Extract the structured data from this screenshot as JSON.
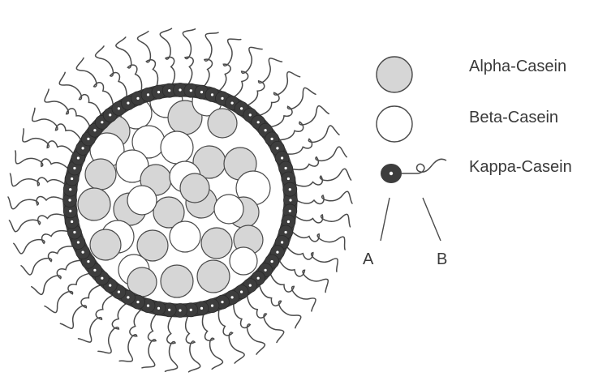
{
  "legend": {
    "alpha_label": "Alpha-Casein",
    "beta_label": "Beta-Casein",
    "kappa_label": "Kappa-Casein"
  },
  "parts": {
    "a_label": "A",
    "b_label": "B"
  },
  "colors": {
    "alpha_fill": "#d6d6d6",
    "beta_fill": "#ffffff",
    "kappa_head": "#3d3d3d",
    "outline": "#4a4a4a",
    "background": "#ffffff"
  }
}
